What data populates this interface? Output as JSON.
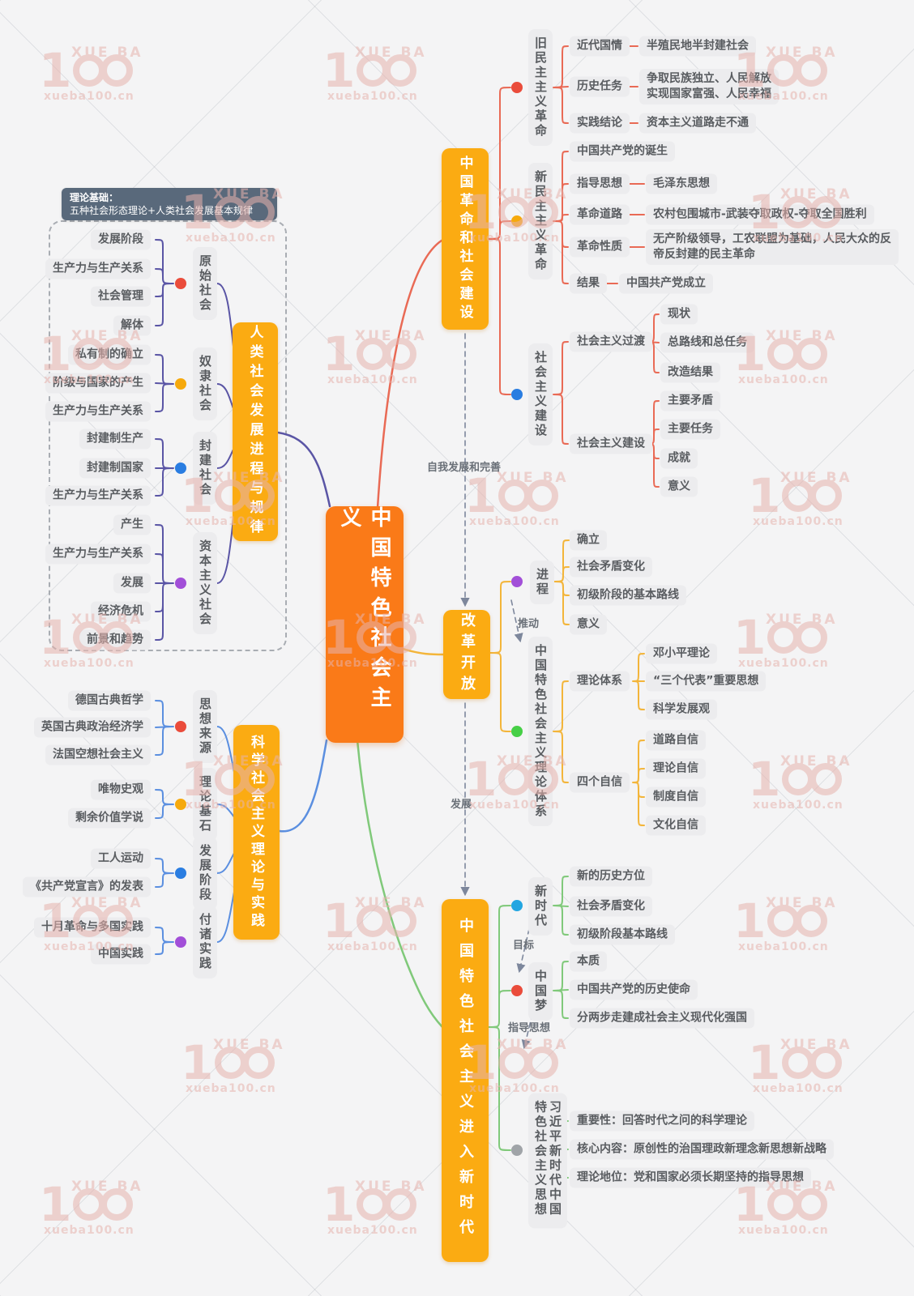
{
  "root": {
    "label": "中国特色社会主义"
  },
  "note": {
    "title": "理论基础：",
    "body": "五种社会形态理论+人类社会发展基本规律"
  },
  "edge_labels": {
    "self_improvement": "自我发展和完善",
    "development": "发展",
    "promotion": "推动",
    "goal": "目标",
    "guiding_ideology": "指导思想"
  },
  "watermark": {
    "brand": "XUE BA",
    "logo_digit": "1",
    "url": "xueba100.cn"
  },
  "branches": [
    {
      "label": "中国革命和社会建设",
      "groups": [
        {
          "label": "旧民主主义革命",
          "items": [
            {
              "label": "近代国情",
              "note": "半殖民地半封建社会"
            },
            {
              "label": "历史任务",
              "note": "争取民族独立、人民解放\n实现国家富强、人民幸福"
            },
            {
              "label": "实践结论",
              "note": "资本主义道路走不通"
            }
          ]
        },
        {
          "label": "新民主主义革命",
          "items": [
            {
              "label": "中国共产党的诞生"
            },
            {
              "label": "指导思想",
              "note": "毛泽东思想"
            },
            {
              "label": "革命道路",
              "note": "农村包围城市-武装夺取政权-夺取全国胜利"
            },
            {
              "label": "革命性质",
              "note": "无产阶级领导，工农联盟为基础，人民大众的反\n帝反封建的民主革命"
            },
            {
              "label": "结果",
              "note": "中国共产党成立"
            }
          ]
        },
        {
          "label": "社会主义建设",
          "items": [
            {
              "label": "社会主义过渡",
              "subs": [
                "现状",
                "总路线和总任务",
                "改造结果"
              ]
            },
            {
              "label": "社会主义建设",
              "subs": [
                "主要矛盾",
                "主要任务",
                "成就",
                "意义"
              ]
            }
          ]
        }
      ]
    },
    {
      "label": "人类社会发展进程与规律",
      "groups": [
        {
          "label": "原始社会",
          "items": [
            {
              "label": "发展阶段"
            },
            {
              "label": "生产力与生产关系"
            },
            {
              "label": "社会管理"
            },
            {
              "label": "解体"
            }
          ]
        },
        {
          "label": "奴隶社会",
          "items": [
            {
              "label": "私有制的确立"
            },
            {
              "label": "阶级与国家的产生"
            },
            {
              "label": "生产力与生产关系"
            }
          ]
        },
        {
          "label": "封建社会",
          "items": [
            {
              "label": "封建制生产"
            },
            {
              "label": "封建制国家"
            },
            {
              "label": "生产力与生产关系"
            }
          ]
        },
        {
          "label": "资本主义社会",
          "items": [
            {
              "label": "产生"
            },
            {
              "label": "生产力与生产关系"
            },
            {
              "label": "发展"
            },
            {
              "label": "经济危机"
            },
            {
              "label": "前景和趋势"
            }
          ]
        }
      ]
    },
    {
      "label": "科学社会主义理论与实践",
      "groups": [
        {
          "label": "思想来源",
          "items": [
            {
              "label": "德国古典哲学"
            },
            {
              "label": "英国古典政治经济学"
            },
            {
              "label": "法国空想社会主义"
            }
          ]
        },
        {
          "label": "理论基石",
          "items": [
            {
              "label": "唯物史观"
            },
            {
              "label": "剩余价值学说"
            }
          ]
        },
        {
          "label": "发展阶段",
          "items": [
            {
              "label": "工人运动"
            },
            {
              "label": "《共产党宣言》的发表"
            }
          ]
        },
        {
          "label": "付诸实践",
          "items": [
            {
              "label": "十月革命与多国实践"
            },
            {
              "label": "中国实践"
            }
          ]
        }
      ]
    },
    {
      "label": "改革开放",
      "groups": [
        {
          "label": "进程",
          "items": [
            {
              "label": "确立"
            },
            {
              "label": "社会矛盾变化"
            },
            {
              "label": "初级阶段的基本路线"
            },
            {
              "label": "意义"
            }
          ]
        },
        {
          "label": "中国特色社会主义理论体系",
          "items": [
            {
              "label": "理论体系",
              "subs": [
                "邓小平理论",
                "“三个代表”重要思想",
                "科学发展观"
              ]
            },
            {
              "label": "四个自信",
              "subs": [
                "道路自信",
                "理论自信",
                "制度自信",
                "文化自信"
              ]
            }
          ]
        }
      ]
    },
    {
      "label": "中国特色社会主义进入新时代",
      "groups": [
        {
          "label": "新时代",
          "items": [
            {
              "label": "新的历史方位"
            },
            {
              "label": "社会矛盾变化"
            },
            {
              "label": "初级阶段基本路线"
            }
          ]
        },
        {
          "label": "中国梦",
          "items": [
            {
              "label": "本质"
            },
            {
              "label": "中国共产党的历史使命"
            },
            {
              "label": "分两步走建成社会主义现代化强国"
            }
          ]
        },
        {
          "label": "习近平新时代中国特色社会主义思想",
          "items": [
            {
              "label": "重要性：回答时代之问的科学理论"
            },
            {
              "label": "核心内容：原创性的治国理政新理念新思想新战略"
            },
            {
              "label": "理论地位：党和国家必须长期坚持的指导思想"
            }
          ]
        }
      ]
    }
  ]
}
